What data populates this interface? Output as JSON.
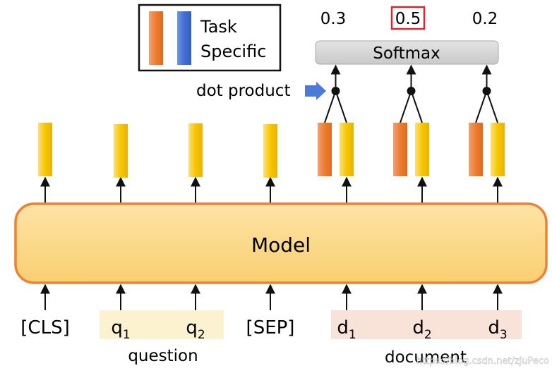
{
  "legend": {
    "line1": "Task",
    "line2": "Specific"
  },
  "softmax": {
    "label": "Softmax",
    "scores": [
      "0.3",
      "0.5",
      "0.2"
    ],
    "highlighted_index": 1
  },
  "dot_product_label": "dot product",
  "model_label": "Model",
  "tokens": [
    {
      "base": "[CLS]",
      "sub": ""
    },
    {
      "base": "q",
      "sub": "1"
    },
    {
      "base": "q",
      "sub": "2"
    },
    {
      "base": "[SEP]",
      "sub": ""
    },
    {
      "base": "d",
      "sub": "1"
    },
    {
      "base": "d",
      "sub": "2"
    },
    {
      "base": "d",
      "sub": "3"
    }
  ],
  "groups": {
    "question": "question",
    "document": "document"
  },
  "watermark": "https://blog.csdn.net/zjuPeco",
  "colors": {
    "highlight_box": "#d8262e",
    "model_fill": "#fbd88b",
    "model_border": "#ee8233",
    "orange_bar": "#ed7d31",
    "yellow_bar": "#f7c600",
    "blue_bar": "#3f6fd0",
    "question_bg": "#fdf2cf",
    "document_bg": "#f9e2d8",
    "softmax_fill": "#d6d6d6",
    "arrow_blue": "#4a7bd6"
  }
}
